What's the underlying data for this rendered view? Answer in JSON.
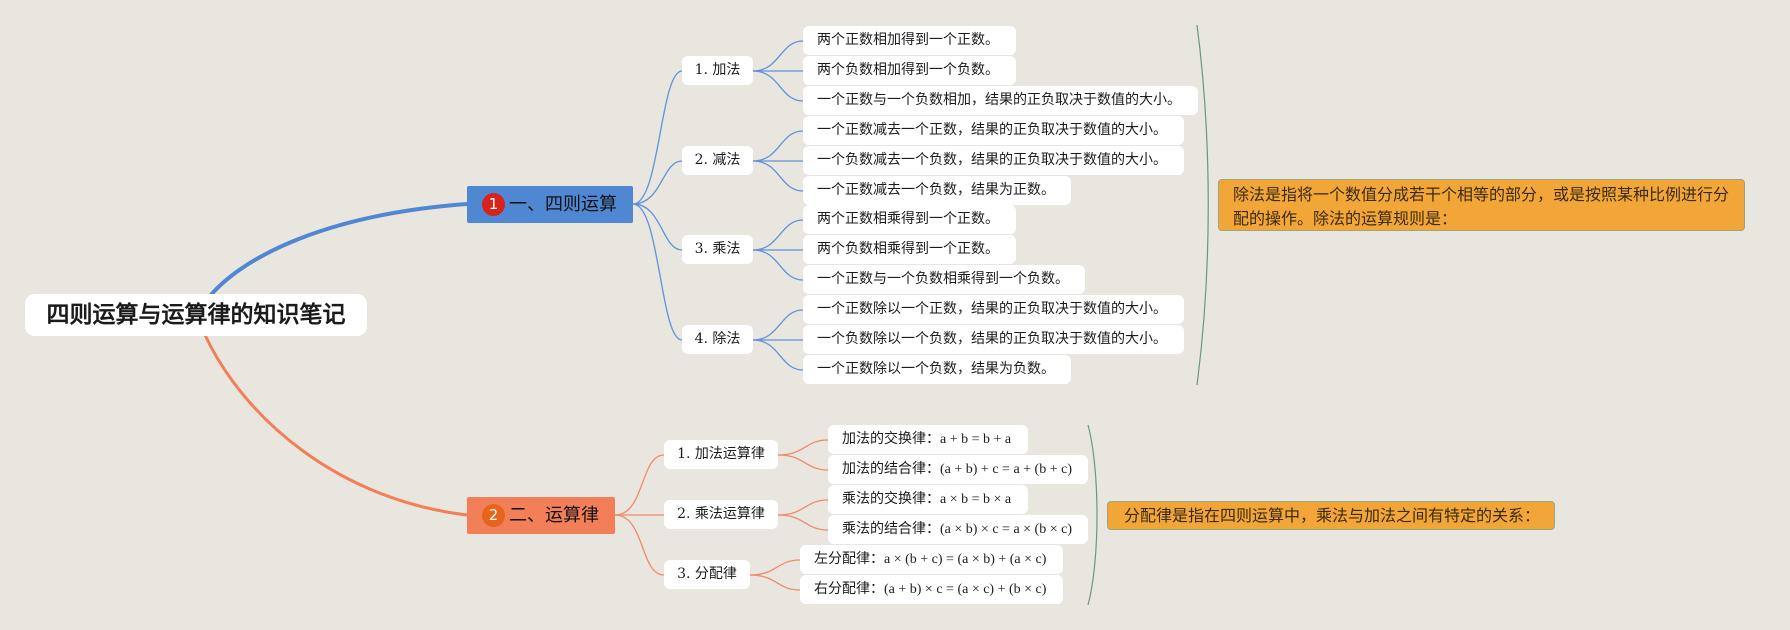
{
  "root": {
    "title": "四则运算与运算律的知识笔记"
  },
  "sections": [
    {
      "number": "1",
      "title": "一、四则运算",
      "subs": [
        {
          "label": "1. 加法",
          "items": [
            "两个正数相加得到一个正数。",
            "两个负数相加得到一个负数。",
            "一个正数与一个负数相加，结果的正负取决于数值的大小。"
          ]
        },
        {
          "label": "2. 减法",
          "items": [
            "一个正数减去一个正数，结果的正负取决于数值的大小。",
            "一个负数减去一个负数，结果的正负取决于数值的大小。",
            "一个正数减去一个负数，结果为正数。"
          ]
        },
        {
          "label": "3. 乘法",
          "items": [
            "两个正数相乘得到一个正数。",
            "两个负数相乘得到一个正数。",
            "一个正数与一个负数相乘得到一个负数。"
          ]
        },
        {
          "label": "4. 除法",
          "items": [
            "一个正数除以一个正数，结果的正负取决于数值的大小。",
            "一个负数除以一个负数，结果的正负取决于数值的大小。",
            "一个正数除以一个负数，结果为负数。"
          ]
        }
      ],
      "summary": "除法是指将一个数值分成若干个相等的部分，或是按照某种比例进行分配的操作。除法的运算规则是："
    },
    {
      "number": "2",
      "title": "二、运算律",
      "subs": [
        {
          "label": "1. 加法运算律",
          "items": [
            {
              "name": "加法的交换律：",
              "formula": "a + b = b + a"
            },
            {
              "name": "加法的结合律：",
              "formula": "(a + b) + c = a + (b + c)"
            }
          ]
        },
        {
          "label": "2. 乘法运算律",
          "items": [
            {
              "name": "乘法的交换律：",
              "formula": "a × b = b × a"
            },
            {
              "name": "乘法的结合律：",
              "formula": "(a × b) × c = a × (b × c)"
            }
          ]
        },
        {
          "label": "3. 分配律",
          "items": [
            {
              "name": "左分配律：",
              "formula": "a × (b + c) = (a × b) + (a × c)"
            },
            {
              "name": "右分配律：",
              "formula": "(a + b) × c = (a × c) + (b × c)"
            }
          ]
        }
      ],
      "summary": "分配律是指在四则运算中，乘法与加法之间有特定的关系："
    }
  ],
  "colors": {
    "background": "#e8e6df",
    "section1": "#4f87d3",
    "section2": "#f27f58",
    "badge1": "#d8231c",
    "badge2": "#e8641c",
    "note": "#f2a637",
    "bracket": "#6a9a78"
  }
}
